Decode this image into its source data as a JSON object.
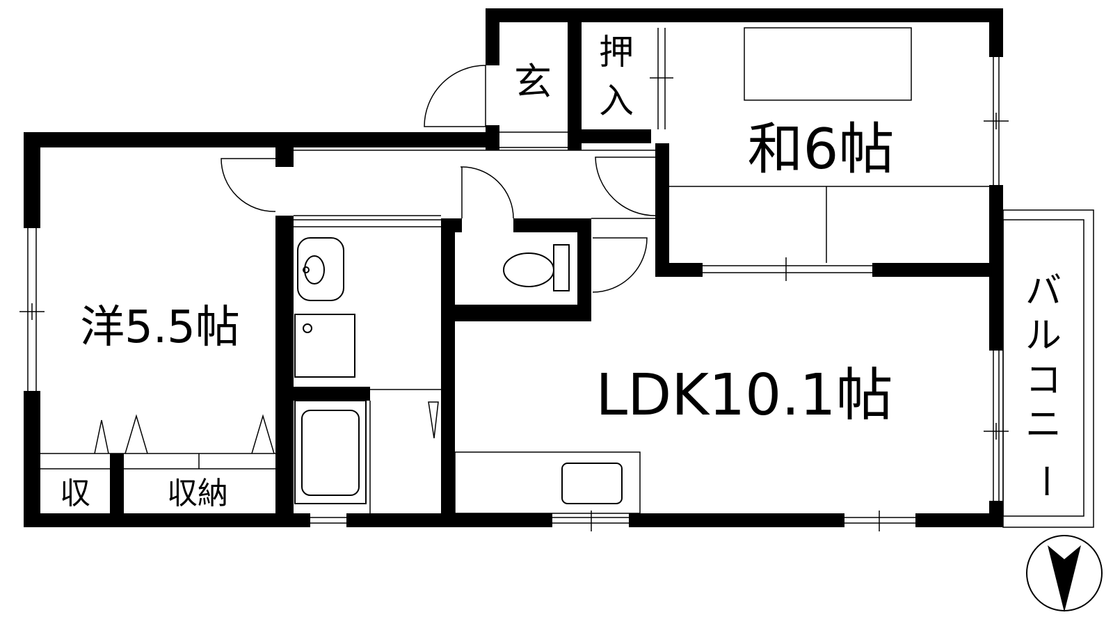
{
  "rooms": {
    "entrance": "玄",
    "closet_top": "押入",
    "japanese_room": "和6帖",
    "western_room": "洋5.5帖",
    "ldk": "LDK10.1帖",
    "storage_small": "収",
    "storage": "収納",
    "balcony": "バルコニー"
  },
  "icons": {
    "compass": "north-arrow-icon"
  },
  "colors": {
    "wall": "#000000",
    "background": "#ffffff"
  }
}
